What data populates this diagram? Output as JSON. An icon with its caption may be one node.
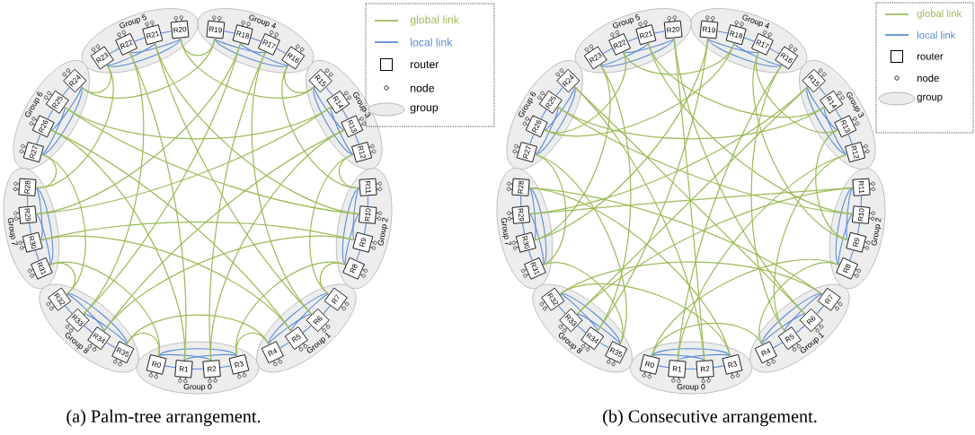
{
  "diagram": {
    "nodes": [
      {
        "text": [
          "Group 0"
        ]
      },
      {
        "text": [
          "R0"
        ],
        "in": 0
      },
      {
        "text": [
          "R1"
        ],
        "in": 0
      },
      {
        "text": [
          "R2"
        ],
        "in": 0
      },
      {
        "text": [
          "R3"
        ],
        "in": 0
      },
      {
        "text": [
          "Group 1"
        ]
      },
      {
        "text": [
          "R4"
        ],
        "in": 5
      },
      {
        "text": [
          "R5"
        ],
        "in": 5
      },
      {
        "text": [
          "R6"
        ],
        "in": 5
      },
      {
        "text": [
          "R7"
        ],
        "in": 5
      },
      {
        "text": [
          "Group 2"
        ]
      },
      {
        "text": [
          "R8"
        ],
        "in": 10
      },
      {
        "text": [
          "R9"
        ],
        "in": 10
      },
      {
        "text": [
          "R10"
        ],
        "in": 10
      },
      {
        "text": [
          "R11"
        ],
        "in": 10
      },
      {
        "text": [
          "Group 3"
        ]
      },
      {
        "text": [
          "R12"
        ],
        "in": 15
      },
      {
        "text": [
          "R13"
        ],
        "in": 15
      },
      {
        "text": [
          "R14"
        ],
        "in": 15
      },
      {
        "text": [
          "R15"
        ],
        "in": 15
      },
      {
        "text": [
          "Group 4"
        ]
      },
      {
        "text": [
          "R16"
        ],
        "in": 20
      },
      {
        "text": [
          "R17"
        ],
        "in": 20
      },
      {
        "text": [
          "R18"
        ],
        "in": 20
      },
      {
        "text": [
          "R19"
        ],
        "in": 20
      },
      {
        "text": [
          "Group 5"
        ]
      },
      {
        "text": [
          "R20"
        ],
        "in": 25
      },
      {
        "text": [
          "R21"
        ],
        "in": 25
      },
      {
        "text": [
          "R22"
        ],
        "in": 25
      },
      {
        "text": [
          "R23"
        ],
        "in": 25
      },
      {
        "text": [
          "Group 6"
        ]
      },
      {
        "text": [
          "R24"
        ],
        "in": 30
      },
      {
        "text": [
          "R25"
        ],
        "in": 30
      },
      {
        "text": [
          "R26"
        ],
        "in": 30
      },
      {
        "text": [
          "R27"
        ],
        "in": 30
      },
      {
        "text": [
          "Group 7"
        ]
      },
      {
        "text": [
          "R28"
        ],
        "in": 35
      },
      {
        "text": [
          "R29"
        ],
        "in": 35
      },
      {
        "text": [
          "R30"
        ],
        "in": 35
      },
      {
        "text": [
          "R31"
        ],
        "in": 35
      },
      {
        "text": [
          "Group 8"
        ]
      },
      {
        "text": [
          "R32"
        ],
        "in": 40
      },
      {
        "text": [
          "R33"
        ],
        "in": 40
      },
      {
        "text": [
          "R34"
        ],
        "in": 40
      },
      {
        "text": [
          "R35"
        ],
        "in": 40
      },
      {
        "text": [
          "Group 0"
        ]
      },
      {
        "text": [
          "R0"
        ],
        "in": 45
      },
      {
        "text": [
          "R1"
        ],
        "in": 45
      },
      {
        "text": [
          "R2"
        ],
        "in": 45
      },
      {
        "text": [
          "R3"
        ],
        "in": 45
      },
      {
        "text": [
          "Group 1"
        ]
      },
      {
        "text": [
          "R4"
        ],
        "in": 50
      },
      {
        "text": [
          "R5"
        ],
        "in": 50
      },
      {
        "text": [
          "R6"
        ],
        "in": 50
      },
      {
        "text": [
          "R7"
        ],
        "in": 50
      },
      {
        "text": [
          "Group 2"
        ]
      },
      {
        "text": [
          "R8"
        ],
        "in": 55
      },
      {
        "text": [
          "R9"
        ],
        "in": 55
      },
      {
        "text": [
          "R10"
        ],
        "in": 55
      },
      {
        "text": [
          "R11"
        ],
        "in": 55
      },
      {
        "text": [
          "Group 3"
        ]
      },
      {
        "text": [
          "R12"
        ],
        "in": 60
      },
      {
        "text": [
          "R13"
        ],
        "in": 60
      },
      {
        "text": [
          "R14"
        ],
        "in": 60
      },
      {
        "text": [
          "R15"
        ],
        "in": 60
      },
      {
        "text": [
          "Group 4"
        ]
      },
      {
        "text": [
          "R16"
        ],
        "in": 65
      },
      {
        "text": [
          "R17"
        ],
        "in": 65
      },
      {
        "text": [
          "R18"
        ],
        "in": 65
      },
      {
        "text": [
          "R19"
        ],
        "in": 65
      },
      {
        "text": [
          "Group 5"
        ]
      },
      {
        "text": [
          "R20"
        ],
        "in": 70
      },
      {
        "text": [
          "R21"
        ],
        "in": 70
      },
      {
        "text": [
          "R22"
        ],
        "in": 70
      },
      {
        "text": [
          "R23"
        ],
        "in": 70
      },
      {
        "text": [
          "Group 6"
        ]
      },
      {
        "text": [
          "R24"
        ],
        "in": 75
      },
      {
        "text": [
          "R25"
        ],
        "in": 75
      },
      {
        "text": [
          "R26"
        ],
        "in": 75
      },
      {
        "text": [
          "R27"
        ],
        "in": 75
      },
      {
        "text": [
          "Group 7"
        ]
      },
      {
        "text": [
          "R28"
        ],
        "in": 80
      },
      {
        "text": [
          "R29"
        ],
        "in": 80
      },
      {
        "text": [
          "R30"
        ],
        "in": 80
      },
      {
        "text": [
          "R31"
        ],
        "in": 80
      },
      {
        "text": [
          "Group 8"
        ]
      },
      {
        "text": [
          "R32"
        ],
        "in": 85
      },
      {
        "text": [
          "R33"
        ],
        "in": 85
      },
      {
        "text": [
          "R34"
        ],
        "in": 85
      },
      {
        "text": [
          "R35"
        ],
        "in": 85
      }
    ],
    "edges": [
      {
        "from": 1,
        "to": 2,
        "arrow": "none"
      },
      {
        "from": 2,
        "to": 3,
        "arrow": "none"
      },
      {
        "from": 3,
        "to": 4,
        "arrow": "none"
      },
      {
        "from": 1,
        "to": 3,
        "arrow": "none"
      },
      {
        "from": 2,
        "to": 4,
        "arrow": "none"
      },
      {
        "from": 1,
        "to": 4,
        "arrow": "none"
      },
      {
        "from": 6,
        "to": 7,
        "arrow": "none"
      },
      {
        "from": 7,
        "to": 8,
        "arrow": "none"
      },
      {
        "from": 8,
        "to": 9,
        "arrow": "none"
      },
      {
        "from": 6,
        "to": 8,
        "arrow": "none"
      },
      {
        "from": 7,
        "to": 9,
        "arrow": "none"
      },
      {
        "from": 6,
        "to": 9,
        "arrow": "none"
      },
      {
        "from": 11,
        "to": 12,
        "arrow": "none"
      },
      {
        "from": 12,
        "to": 13,
        "arrow": "none"
      },
      {
        "from": 13,
        "to": 14,
        "arrow": "none"
      },
      {
        "from": 11,
        "to": 13,
        "arrow": "none"
      },
      {
        "from": 12,
        "to": 14,
        "arrow": "none"
      },
      {
        "from": 11,
        "to": 14,
        "arrow": "none"
      },
      {
        "from": 16,
        "to": 17,
        "arrow": "none"
      },
      {
        "from": 17,
        "to": 18,
        "arrow": "none"
      },
      {
        "from": 18,
        "to": 19,
        "arrow": "none"
      },
      {
        "from": 16,
        "to": 18,
        "arrow": "none"
      },
      {
        "from": 17,
        "to": 19,
        "arrow": "none"
      },
      {
        "from": 16,
        "to": 19,
        "arrow": "none"
      },
      {
        "from": 21,
        "to": 22,
        "arrow": "none"
      },
      {
        "from": 22,
        "to": 23,
        "arrow": "none"
      },
      {
        "from": 23,
        "to": 24,
        "arrow": "none"
      },
      {
        "from": 21,
        "to": 23,
        "arrow": "none"
      },
      {
        "from": 22,
        "to": 24,
        "arrow": "none"
      },
      {
        "from": 21,
        "to": 24,
        "arrow": "none"
      },
      {
        "from": 26,
        "to": 27,
        "arrow": "none"
      },
      {
        "from": 27,
        "to": 28,
        "arrow": "none"
      },
      {
        "from": 28,
        "to": 29,
        "arrow": "none"
      },
      {
        "from": 26,
        "to": 28,
        "arrow": "none"
      },
      {
        "from": 27,
        "to": 29,
        "arrow": "none"
      },
      {
        "from": 26,
        "to": 29,
        "arrow": "none"
      },
      {
        "from": 31,
        "to": 32,
        "arrow": "none"
      },
      {
        "from": 32,
        "to": 33,
        "arrow": "none"
      },
      {
        "from": 33,
        "to": 34,
        "arrow": "none"
      },
      {
        "from": 31,
        "to": 33,
        "arrow": "none"
      },
      {
        "from": 32,
        "to": 34,
        "arrow": "none"
      },
      {
        "from": 31,
        "to": 34,
        "arrow": "none"
      },
      {
        "from": 36,
        "to": 37,
        "arrow": "none"
      },
      {
        "from": 37,
        "to": 38,
        "arrow": "none"
      },
      {
        "from": 38,
        "to": 39,
        "arrow": "none"
      },
      {
        "from": 36,
        "to": 38,
        "arrow": "none"
      },
      {
        "from": 37,
        "to": 39,
        "arrow": "none"
      },
      {
        "from": 36,
        "to": 39,
        "arrow": "none"
      },
      {
        "from": 41,
        "to": 42,
        "arrow": "none"
      },
      {
        "from": 42,
        "to": 43,
        "arrow": "none"
      },
      {
        "from": 43,
        "to": 44,
        "arrow": "none"
      },
      {
        "from": 41,
        "to": 43,
        "arrow": "none"
      },
      {
        "from": 42,
        "to": 44,
        "arrow": "none"
      },
      {
        "from": 41,
        "to": 44,
        "arrow": "none"
      },
      {
        "from": 46,
        "to": 47,
        "arrow": "none"
      },
      {
        "from": 47,
        "to": 48,
        "arrow": "none"
      },
      {
        "from": 48,
        "to": 49,
        "arrow": "none"
      },
      {
        "from": 46,
        "to": 48,
        "arrow": "none"
      },
      {
        "from": 47,
        "to": 49,
        "arrow": "none"
      },
      {
        "from": 46,
        "to": 49,
        "arrow": "none"
      },
      {
        "from": 51,
        "to": 52,
        "arrow": "none"
      },
      {
        "from": 52,
        "to": 53,
        "arrow": "none"
      },
      {
        "from": 53,
        "to": 54,
        "arrow": "none"
      },
      {
        "from": 51,
        "to": 53,
        "arrow": "none"
      },
      {
        "from": 52,
        "to": 54,
        "arrow": "none"
      },
      {
        "from": 51,
        "to": 54,
        "arrow": "none"
      },
      {
        "from": 56,
        "to": 57,
        "arrow": "none"
      },
      {
        "from": 57,
        "to": 58,
        "arrow": "none"
      },
      {
        "from": 58,
        "to": 59,
        "arrow": "none"
      },
      {
        "from": 56,
        "to": 58,
        "arrow": "none"
      },
      {
        "from": 57,
        "to": 59,
        "arrow": "none"
      },
      {
        "from": 56,
        "to": 59,
        "arrow": "none"
      },
      {
        "from": 61,
        "to": 62,
        "arrow": "none"
      },
      {
        "from": 62,
        "to": 63,
        "arrow": "none"
      },
      {
        "from": 63,
        "to": 64,
        "arrow": "none"
      },
      {
        "from": 61,
        "to": 63,
        "arrow": "none"
      },
      {
        "from": 62,
        "to": 64,
        "arrow": "none"
      },
      {
        "from": 61,
        "to": 64,
        "arrow": "none"
      },
      {
        "from": 66,
        "to": 67,
        "arrow": "none"
      },
      {
        "from": 67,
        "to": 68,
        "arrow": "none"
      },
      {
        "from": 68,
        "to": 69,
        "arrow": "none"
      },
      {
        "from": 66,
        "to": 68,
        "arrow": "none"
      },
      {
        "from": 67,
        "to": 69,
        "arrow": "none"
      },
      {
        "from": 66,
        "to": 69,
        "arrow": "none"
      },
      {
        "from": 71,
        "to": 72,
        "arrow": "none"
      },
      {
        "from": 72,
        "to": 73,
        "arrow": "none"
      },
      {
        "from": 73,
        "to": 74,
        "arrow": "none"
      },
      {
        "from": 71,
        "to": 73,
        "arrow": "none"
      },
      {
        "from": 72,
        "to": 74,
        "arrow": "none"
      },
      {
        "from": 71,
        "to": 74,
        "arrow": "none"
      },
      {
        "from": 76,
        "to": 77,
        "arrow": "none"
      },
      {
        "from": 77,
        "to": 78,
        "arrow": "none"
      },
      {
        "from": 78,
        "to": 79,
        "arrow": "none"
      },
      {
        "from": 76,
        "to": 78,
        "arrow": "none"
      },
      {
        "from": 77,
        "to": 79,
        "arrow": "none"
      },
      {
        "from": 76,
        "to": 79,
        "arrow": "none"
      },
      {
        "from": 81,
        "to": 82,
        "arrow": "none"
      },
      {
        "from": 82,
        "to": 83,
        "arrow": "none"
      },
      {
        "from": 83,
        "to": 84,
        "arrow": "none"
      },
      {
        "from": 81,
        "to": 83,
        "arrow": "none"
      },
      {
        "from": 82,
        "to": 84,
        "arrow": "none"
      },
      {
        "from": 81,
        "to": 84,
        "arrow": "none"
      },
      {
        "from": 86,
        "to": 87,
        "arrow": "none"
      },
      {
        "from": 87,
        "to": 88,
        "arrow": "none"
      },
      {
        "from": 88,
        "to": 89,
        "arrow": "none"
      },
      {
        "from": 86,
        "to": 88,
        "arrow": "none"
      },
      {
        "from": 87,
        "to": 89,
        "arrow": "none"
      },
      {
        "from": 86,
        "to": 89,
        "arrow": "none"
      },
      {
        "from": 4,
        "to": 6,
        "arrow": "none",
        "color": "#9bbb59"
      },
      {
        "from": 4,
        "to": 11,
        "arrow": "none",
        "color": "#9bbb59"
      },
      {
        "from": 3,
        "to": 17,
        "arrow": "none",
        "color": "#9bbb59"
      },
      {
        "from": 3,
        "to": 22,
        "arrow": "none",
        "color": "#9bbb59"
      },
      {
        "from": 2,
        "to": 28,
        "arrow": "none",
        "color": "#9bbb59"
      },
      {
        "from": 2,
        "to": 33,
        "arrow": "none",
        "color": "#9bbb59"
      },
      {
        "from": 1,
        "to": 39,
        "arrow": "none",
        "color": "#9bbb59"
      },
      {
        "from": 1,
        "to": 44,
        "arrow": "none",
        "color": "#9bbb59"
      },
      {
        "from": 9,
        "to": 11,
        "arrow": "none",
        "color": "#9bbb59"
      },
      {
        "from": 9,
        "to": 16,
        "arrow": "none",
        "color": "#9bbb59"
      },
      {
        "from": 8,
        "to": 22,
        "arrow": "none",
        "color": "#9bbb59"
      },
      {
        "from": 8,
        "to": 27,
        "arrow": "none",
        "color": "#9bbb59"
      },
      {
        "from": 7,
        "to": 33,
        "arrow": "none",
        "color": "#9bbb59"
      },
      {
        "from": 7,
        "to": 38,
        "arrow": "none",
        "color": "#9bbb59"
      },
      {
        "from": 6,
        "to": 44,
        "arrow": "none",
        "color": "#9bbb59"
      },
      {
        "from": 14,
        "to": 16,
        "arrow": "none",
        "color": "#9bbb59"
      },
      {
        "from": 14,
        "to": 21,
        "arrow": "none",
        "color": "#9bbb59"
      },
      {
        "from": 13,
        "to": 27,
        "arrow": "none",
        "color": "#9bbb59"
      },
      {
        "from": 13,
        "to": 32,
        "arrow": "none",
        "color": "#9bbb59"
      },
      {
        "from": 12,
        "to": 38,
        "arrow": "none",
        "color": "#9bbb59"
      },
      {
        "from": 12,
        "to": 43,
        "arrow": "none",
        "color": "#9bbb59"
      },
      {
        "from": 19,
        "to": 21,
        "arrow": "none",
        "color": "#9bbb59"
      },
      {
        "from": 19,
        "to": 26,
        "arrow": "none",
        "color": "#9bbb59"
      },
      {
        "from": 18,
        "to": 32,
        "arrow": "none",
        "color": "#9bbb59"
      },
      {
        "from": 18,
        "to": 37,
        "arrow": "none",
        "color": "#9bbb59"
      },
      {
        "from": 17,
        "to": 43,
        "arrow": "none",
        "color": "#9bbb59"
      },
      {
        "from": 24,
        "to": 26,
        "arrow": "none",
        "color": "#9bbb59"
      },
      {
        "from": 24,
        "to": 31,
        "arrow": "none",
        "color": "#9bbb59"
      },
      {
        "from": 23,
        "to": 37,
        "arrow": "none",
        "color": "#9bbb59"
      },
      {
        "from": 23,
        "to": 42,
        "arrow": "none",
        "color": "#9bbb59"
      },
      {
        "from": 29,
        "to": 31,
        "arrow": "none",
        "color": "#9bbb59"
      },
      {
        "from": 29,
        "to": 36,
        "arrow": "none",
        "color": "#9bbb59"
      },
      {
        "from": 28,
        "to": 42,
        "arrow": "none",
        "color": "#9bbb59"
      },
      {
        "from": 34,
        "to": 36,
        "arrow": "none",
        "color": "#9bbb59"
      },
      {
        "from": 34,
        "to": 41,
        "arrow": "none",
        "color": "#9bbb59"
      },
      {
        "from": 39,
        "to": 41,
        "arrow": "none",
        "color": "#9bbb59"
      },
      {
        "from": 46,
        "to": 51,
        "arrow": "none",
        "color": "#9bbb59"
      },
      {
        "from": 46,
        "to": 56,
        "arrow": "none",
        "color": "#9bbb59"
      },
      {
        "from": 47,
        "to": 61,
        "arrow": "none",
        "color": "#9bbb59"
      },
      {
        "from": 47,
        "to": 66,
        "arrow": "none",
        "color": "#9bbb59"
      },
      {
        "from": 48,
        "to": 71,
        "arrow": "none",
        "color": "#9bbb59"
      },
      {
        "from": 48,
        "to": 76,
        "arrow": "none",
        "color": "#9bbb59"
      },
      {
        "from": 49,
        "to": 81,
        "arrow": "none",
        "color": "#9bbb59"
      },
      {
        "from": 49,
        "to": 86,
        "arrow": "none",
        "color": "#9bbb59"
      },
      {
        "from": 51,
        "to": 56,
        "arrow": "none",
        "color": "#9bbb59"
      },
      {
        "from": 52,
        "to": 61,
        "arrow": "none",
        "color": "#9bbb59"
      },
      {
        "from": 52,
        "to": 66,
        "arrow": "none",
        "color": "#9bbb59"
      },
      {
        "from": 53,
        "to": 71,
        "arrow": "none",
        "color": "#9bbb59"
      },
      {
        "from": 53,
        "to": 76,
        "arrow": "none",
        "color": "#9bbb59"
      },
      {
        "from": 54,
        "to": 81,
        "arrow": "none",
        "color": "#9bbb59"
      },
      {
        "from": 54,
        "to": 86,
        "arrow": "none",
        "color": "#9bbb59"
      },
      {
        "from": 57,
        "to": 62,
        "arrow": "none",
        "color": "#9bbb59"
      },
      {
        "from": 57,
        "to": 67,
        "arrow": "none",
        "color": "#9bbb59"
      },
      {
        "from": 58,
        "to": 72,
        "arrow": "none",
        "color": "#9bbb59"
      },
      {
        "from": 58,
        "to": 77,
        "arrow": "none",
        "color": "#9bbb59"
      },
      {
        "from": 59,
        "to": 82,
        "arrow": "none",
        "color": "#9bbb59"
      },
      {
        "from": 59,
        "to": 87,
        "arrow": "none",
        "color": "#9bbb59"
      },
      {
        "from": 62,
        "to": 67,
        "arrow": "none",
        "color": "#9bbb59"
      },
      {
        "from": 63,
        "to": 72,
        "arrow": "none",
        "color": "#9bbb59"
      },
      {
        "from": 63,
        "to": 77,
        "arrow": "none",
        "color": "#9bbb59"
      },
      {
        "from": 64,
        "to": 82,
        "arrow": "none",
        "color": "#9bbb59"
      },
      {
        "from": 64,
        "to": 87,
        "arrow": "none",
        "color": "#9bbb59"
      },
      {
        "from": 68,
        "to": 73,
        "arrow": "none",
        "color": "#9bbb59"
      },
      {
        "from": 68,
        "to": 78,
        "arrow": "none",
        "color": "#9bbb59"
      },
      {
        "from": 69,
        "to": 83,
        "arrow": "none",
        "color": "#9bbb59"
      },
      {
        "from": 69,
        "to": 88,
        "arrow": "none",
        "color": "#9bbb59"
      },
      {
        "from": 73,
        "to": 78,
        "arrow": "none",
        "color": "#9bbb59"
      },
      {
        "from": 74,
        "to": 83,
        "arrow": "none",
        "color": "#9bbb59"
      },
      {
        "from": 74,
        "to": 88,
        "arrow": "none",
        "color": "#9bbb59"
      },
      {
        "from": 79,
        "to": 84,
        "arrow": "none",
        "color": "#9bbb59"
      },
      {
        "from": 79,
        "to": 89,
        "arrow": "none",
        "color": "#9bbb59"
      },
      {
        "from": 84,
        "to": 89,
        "arrow": "none",
        "color": "#9bbb59"
      }
    ],
    "labels": [
      "(a) Palm-tree arrangement.",
      "(b) Consecutive arrangement."
    ],
    "legend": [
      {
        "text": "global link"
      },
      {
        "text": "local link"
      },
      {
        "text": "router"
      },
      {
        "text": "node"
      },
      {
        "text": "group"
      },
      {
        "text": "global link"
      },
      {
        "text": "local link"
      },
      {
        "text": "router"
      },
      {
        "text": "node"
      },
      {
        "text": "group"
      }
    ]
  }
}
